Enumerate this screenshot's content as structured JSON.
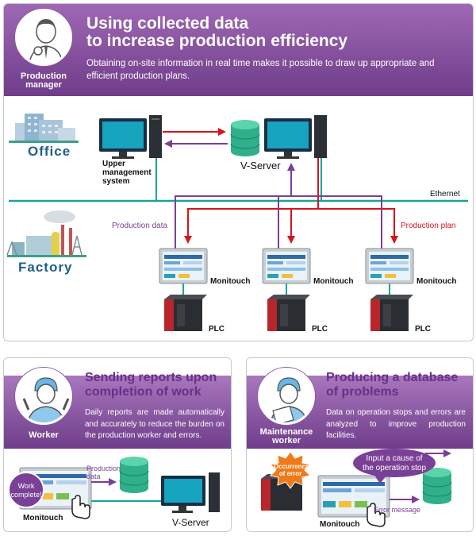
{
  "top": {
    "role": [
      "Production",
      "manager"
    ],
    "title_line1": "Using collected data",
    "title_line2": "to increase production efficiency",
    "description": "Obtaining on-site information in real time makes it possible to draw up appropriate and efficient production plans.",
    "office_label": "Office",
    "factory_label": "Factory",
    "upper_system": [
      "Upper",
      "management",
      "system"
    ],
    "vserver_label": "V-Server",
    "ethernet_label": "Ethernet",
    "production_data_label": "Production data",
    "production_plan_label": "Production plan",
    "monitouch_labels": [
      "Monitouch",
      "Monitouch",
      "Monitouch"
    ],
    "plc_labels": [
      "PLC",
      "PLC",
      "PLC"
    ]
  },
  "worker": {
    "role": "Worker",
    "title_line1": "Sending reports upon",
    "title_line2": "completion of work",
    "description": "Daily reports are made automatically and accurately to reduce the burden on the production worker and errors.",
    "bubble": [
      "Work",
      "complete!"
    ],
    "production_data": [
      "Production",
      "data"
    ],
    "monitouch_label": "Monitouch",
    "vserver_label": "V-Server"
  },
  "maintenance": {
    "role": [
      "Maintenance",
      "worker"
    ],
    "title_line1": "Producing a database",
    "title_line2": "of problems",
    "description": "Data on operation stops and errors are analyzed to improve production facilities.",
    "occurrence": [
      "Occurrence",
      "of error"
    ],
    "bubble": [
      "Input a cause of",
      "the operation stop"
    ],
    "error_message": "Error message",
    "monitouch_label": "Monitouch"
  },
  "colors": {
    "purple": "#7a3f96",
    "red": "#d7141c",
    "teal": "#1aa59a",
    "orange": "#f07a1a"
  }
}
